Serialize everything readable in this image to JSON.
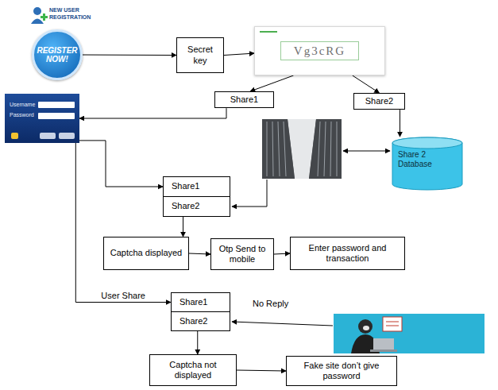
{
  "diagram": {
    "nodes": [
      {
        "text": [
          "NEW USER REGISTRATION",
          "REGISTER NOW!"
        ]
      },
      {
        "text": [
          "Secret key"
        ]
      },
      {
        "text": [
          "Vg3cRG"
        ]
      },
      {
        "text": [
          "Share1"
        ]
      },
      {
        "text": [
          "Share2"
        ]
      },
      {
        "text": [
          "Username",
          "Password"
        ]
      },
      {
        "text": [
          "Share 2 Database"
        ]
      },
      {
        "text": [
          "Share1"
        ]
      },
      {
        "text": [
          "Share2"
        ]
      },
      {
        "text": [
          "Captcha displayed"
        ]
      },
      {
        "text": [
          "Otp Send to mobile"
        ]
      },
      {
        "text": [
          "Enter password and transaction"
        ]
      },
      {
        "text": [
          "Share1"
        ]
      },
      {
        "text": [
          "Share2"
        ]
      },
      {
        "text": [
          "Captcha not displayed"
        ]
      },
      {
        "text": [
          "Fake site don’t give password"
        ]
      }
    ],
    "edges": [
      {
        "from": 0,
        "to": 1,
        "arrow": "to"
      },
      {
        "from": 1,
        "to": 2,
        "arrow": "to"
      },
      {
        "from": 2,
        "to": 3,
        "arrow": "to"
      },
      {
        "from": 2,
        "to": 4,
        "arrow": "to"
      },
      {
        "from": 3,
        "to": 5,
        "arrow": "to"
      },
      {
        "from": 4,
        "to": 6,
        "arrow": "to"
      },
      {
        "from": 5,
        "to": 7,
        "arrow": "to"
      },
      {
        "from": 8,
        "to": 9,
        "arrow": "to"
      },
      {
        "from": 9,
        "to": 10,
        "arrow": "to"
      },
      {
        "from": 10,
        "to": 11,
        "arrow": "to"
      },
      {
        "from": 5,
        "to": 12,
        "label": "User Share",
        "arrow": "to"
      },
      {
        "from": 13,
        "to": 14,
        "arrow": "to"
      },
      {
        "from": 14,
        "to": 15,
        "arrow": "to"
      }
    ],
    "labels": [
      "No Reply"
    ]
  }
}
